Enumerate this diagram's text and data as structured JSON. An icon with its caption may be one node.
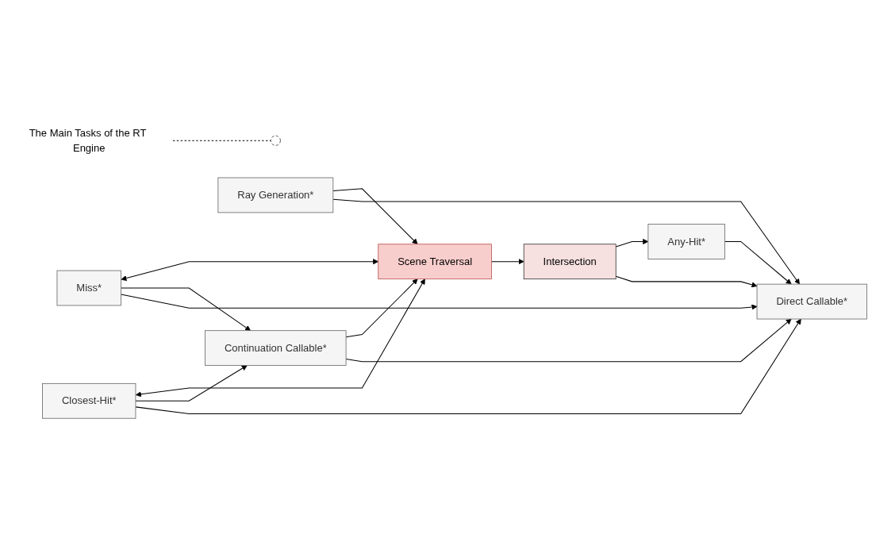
{
  "diagram": {
    "nodes": [
      {
        "text": [
          "The Main Tasks of the RT Engine"
        ]
      },
      {
        "text": [],
        "shape": "ellipse"
      },
      {
        "text": [
          "Ray Generation*"
        ]
      },
      {
        "text": [
          "Scene Traversal"
        ]
      },
      {
        "text": [
          "Intersection"
        ]
      },
      {
        "text": [
          "Continuation Callable*"
        ]
      },
      {
        "text": [
          "Miss*"
        ]
      },
      {
        "text": [
          "Closest-Hit*"
        ]
      },
      {
        "text": [
          "Any-Hit*"
        ]
      },
      {
        "text": [
          "Direct Callable*"
        ]
      }
    ],
    "edges": [
      {
        "from": 0,
        "to": 1,
        "arrow": "none",
        "style": "dashed"
      },
      {
        "from": 2,
        "to": 3,
        "arrow": "to"
      },
      {
        "from": 3,
        "to": 4,
        "arrow": "to"
      },
      {
        "from": 4,
        "to": 8,
        "arrow": "to"
      },
      {
        "from": 5,
        "to": 3,
        "arrow": "to"
      },
      {
        "from": 6,
        "to": 3,
        "arrow": "both"
      },
      {
        "from": 7,
        "to": 3,
        "arrow": "both"
      },
      {
        "from": 2,
        "to": 9,
        "arrow": "to"
      },
      {
        "from": 5,
        "to": 9,
        "arrow": "to"
      },
      {
        "from": 6,
        "to": 5,
        "arrow": "to"
      },
      {
        "from": 7,
        "to": 5,
        "arrow": "to"
      },
      {
        "from": 6,
        "to": 9,
        "arrow": "to"
      },
      {
        "from": 7,
        "to": 9,
        "arrow": "to"
      },
      {
        "from": 8,
        "to": 9,
        "arrow": "to"
      },
      {
        "from": 4,
        "to": 9,
        "arrow": "to"
      }
    ]
  }
}
